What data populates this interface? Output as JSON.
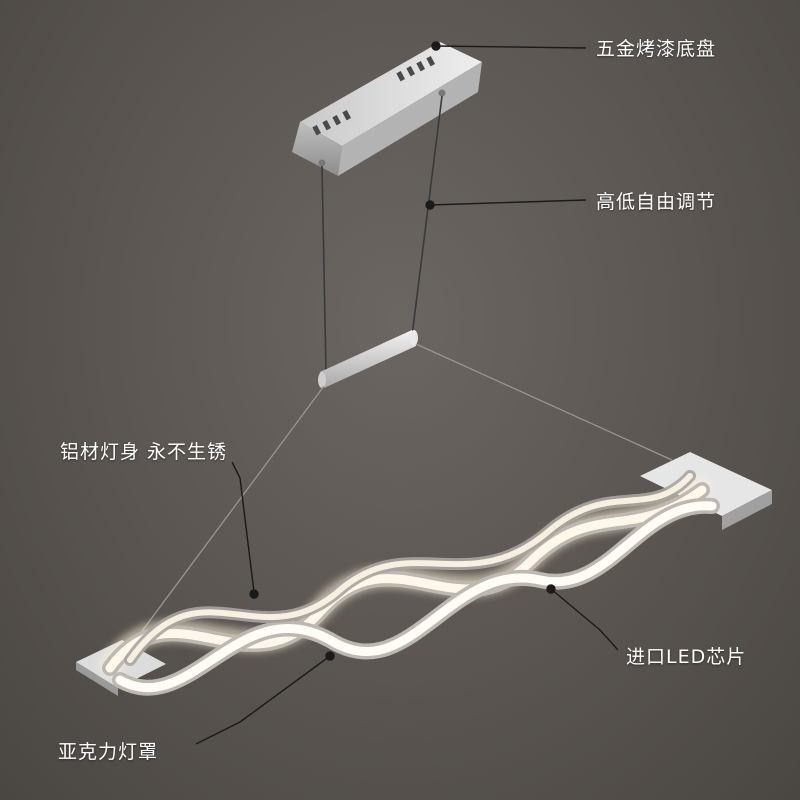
{
  "annotations": {
    "base": "五金烤漆底盘",
    "adjust": "高低自由调节",
    "body": "铝材灯身 永不生锈",
    "chip": "进口LED芯片",
    "shade": "亚克力灯罩"
  },
  "colors": {
    "background": "#58534f",
    "metal": "#d9d9d9",
    "glow": "#fff6e6",
    "label": "#ffffff"
  }
}
